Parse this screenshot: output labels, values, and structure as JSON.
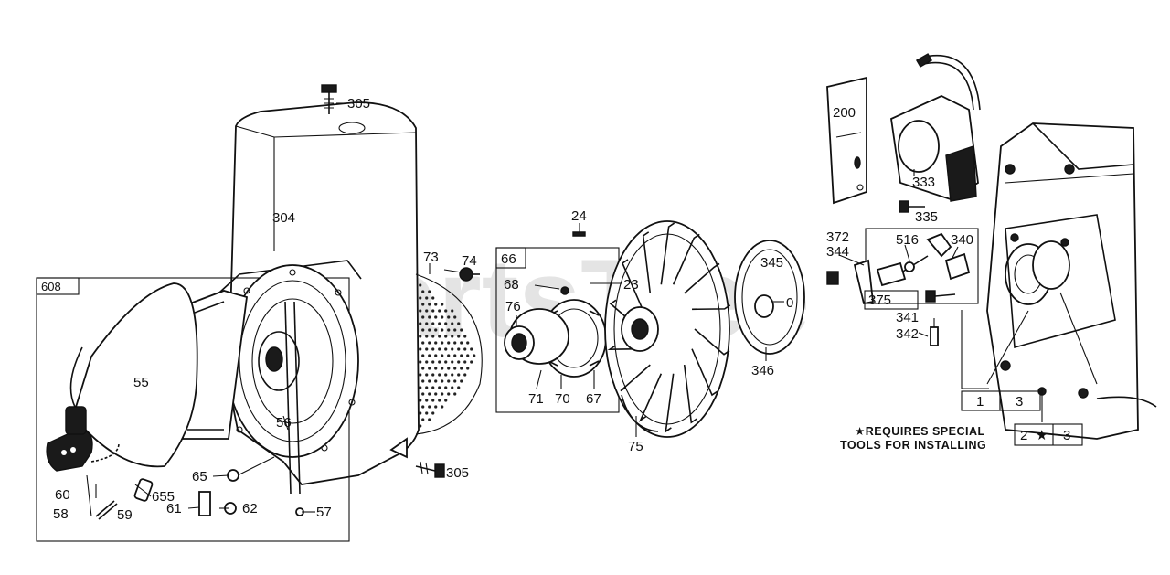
{
  "watermark": "PartsTree",
  "labels": {
    "l305a": "305",
    "l304": "304",
    "l608": "608",
    "l73": "73",
    "l74": "74",
    "l55": "55",
    "l56": "56",
    "l65": "65",
    "l305b": "305",
    "l60": "60",
    "l58": "58",
    "l655": "655",
    "l59": "59",
    "l61": "61",
    "l62": "62",
    "l57": "57",
    "l24": "24",
    "l66": "66",
    "l68": "68",
    "l23": "23",
    "l76": "76",
    "l71": "71",
    "l70": "70",
    "l67": "67",
    "l75": "75",
    "l345": "345",
    "l0": "0",
    "l346": "346",
    "l200": "200",
    "l333": "333",
    "l335": "335",
    "l372": "372",
    "l344": "344",
    "l516": "516",
    "l340": "340",
    "l375": "375",
    "l341": "341",
    "l342": "342"
  },
  "note": {
    "line1": "★REQUIRES SPECIAL",
    "line2": "TOOLS FOR INSTALLING"
  },
  "boxes": {
    "b1": "1",
    "b3a": "3",
    "b2": "2",
    "bstar": "★",
    "b3b": "3"
  }
}
